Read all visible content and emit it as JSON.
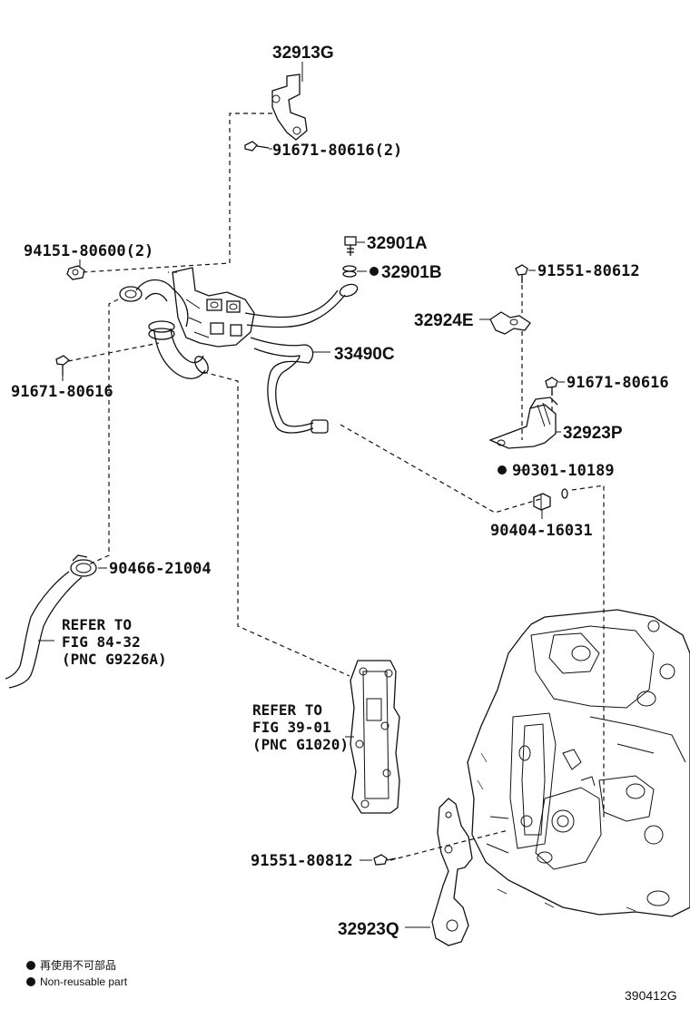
{
  "labels": {
    "p32913G": "32913G",
    "p91671_80616_2": "91671-80616(2)",
    "p94151_80600_2": "94151-80600(2)",
    "p32901A": "32901A",
    "p32901B": "32901B",
    "p91551_80612": "91551-80612",
    "p32924E": "32924E",
    "p33490C": "33490C",
    "p91671_80616_right": "91671-80616",
    "p91671_80616_left": "91671-80616",
    "p32923P": "32923P",
    "p90301_10189": "90301-10189",
    "p90404_16031": "90404-16031",
    "p90466_21004": "90466-21004",
    "p91551_80812": "91551-80812",
    "p32923Q": "32923Q"
  },
  "refs": {
    "ref1": {
      "l1": "REFER TO",
      "l2": "FIG 84-32",
      "l3": "(PNC G9226A)"
    },
    "ref2": {
      "l1": "REFER TO",
      "l2": "FIG 39-01",
      "l3": "(PNC G1020)"
    }
  },
  "legend": {
    "jp": "再使用不可部品",
    "en": "Non-reusable part"
  },
  "diagram_code": "390412G"
}
